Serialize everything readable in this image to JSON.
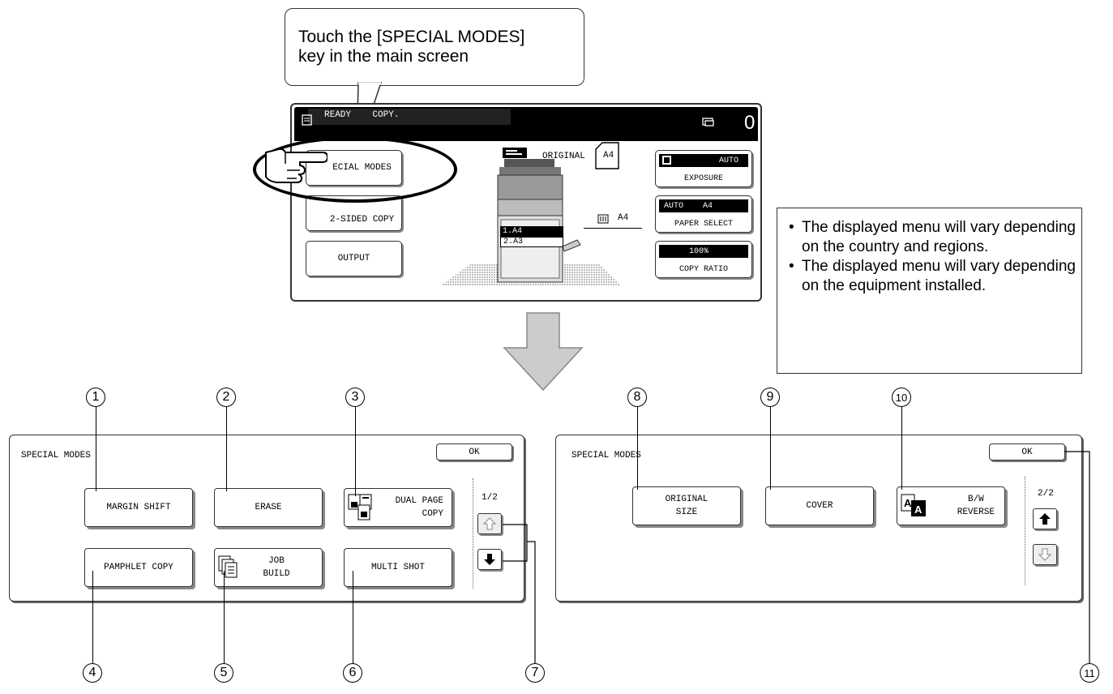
{
  "callout": {
    "text": "Touch the [SPECIAL MODES]\nkey in the main screen"
  },
  "main_screen": {
    "status": "READY    COPY.",
    "count": "0",
    "keys": {
      "special_modes": "ECIAL MODES",
      "two_sided": "2-SIDED COPY",
      "output": "OUTPUT"
    },
    "original_label": "ORIGINAL",
    "original_size": "A4",
    "bypass_size": "A4",
    "trays": [
      {
        "label": "1.A4"
      },
      {
        "label": "2.A3"
      }
    ],
    "exposure": {
      "value": "AUTO",
      "label": "EXPOSURE"
    },
    "paper_select": {
      "value": "AUTO    A4",
      "label": "PAPER SELECT"
    },
    "copy_ratio": {
      "value": "100%",
      "label": "COPY RATIO"
    }
  },
  "note": {
    "items": [
      "The displayed menu will vary depending on the country and regions.",
      "The displayed menu will vary depending on the equipment installed."
    ]
  },
  "panel1": {
    "title": "SPECIAL MODES",
    "ok": "OK",
    "page": "1/2",
    "buttons": {
      "margin_shift": "MARGIN SHIFT",
      "erase": "ERASE",
      "dual_page": "DUAL PAGE\nCOPY",
      "pamphlet": "PAMPHLET COPY",
      "job_build": "JOB\nBUILD",
      "multi_shot": "MULTI SHOT"
    }
  },
  "panel2": {
    "title": "SPECIAL MODES",
    "ok": "OK",
    "page": "2/2",
    "buttons": {
      "original_size": "ORIGINAL\nSIZE",
      "cover": "COVER",
      "bw_reverse": "B/W\nREVERSE"
    }
  },
  "numbers": [
    "1",
    "2",
    "3",
    "4",
    "5",
    "6",
    "7",
    "8",
    "9",
    "10",
    "11"
  ]
}
